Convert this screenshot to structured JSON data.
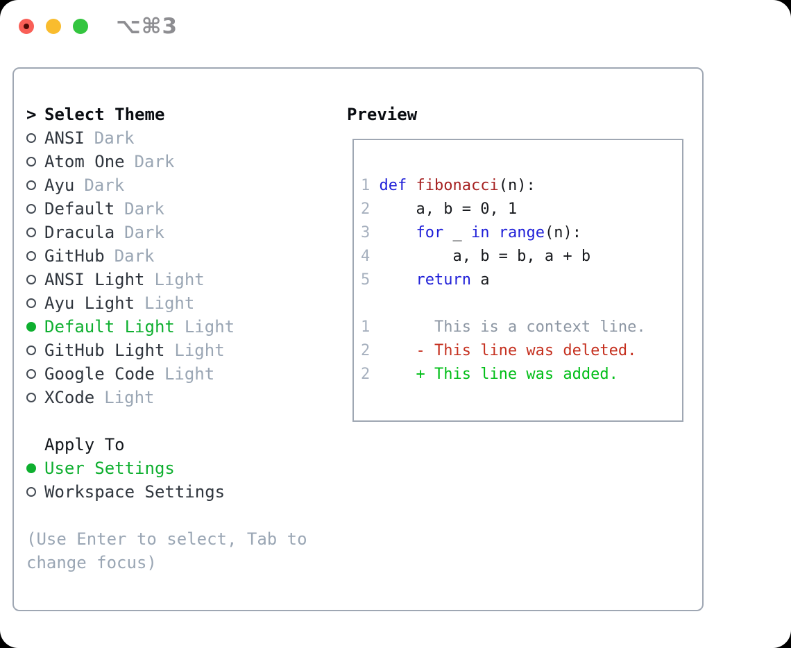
{
  "titlebar": {
    "title": "⌥⌘3"
  },
  "colors": {
    "accent_green": "#0EAF2F",
    "keyword_blue": "#1F1FD8",
    "function_red": "#A62121",
    "deleted_red": "#C5301F",
    "added_green": "#00BE17",
    "context_gray": "#8C96A3",
    "line_number_gray": "#A6B0BE",
    "muted_gray": "#9AA6B4",
    "text_dark": "#2F353D",
    "panel_border": "#9FA7B3",
    "traffic_red": "#F95F57",
    "traffic_yellow": "#F9BC2E",
    "traffic_green": "#33C53F"
  },
  "theme_picker": {
    "prompt": ">",
    "title": "Select Theme",
    "items": [
      {
        "name": "ANSI",
        "variant": "Dark",
        "selected": false
      },
      {
        "name": "Atom One",
        "variant": "Dark",
        "selected": false
      },
      {
        "name": "Ayu",
        "variant": "Dark",
        "selected": false
      },
      {
        "name": "Default",
        "variant": "Dark",
        "selected": false
      },
      {
        "name": "Dracula",
        "variant": "Dark",
        "selected": false
      },
      {
        "name": "GitHub",
        "variant": "Dark",
        "selected": false
      },
      {
        "name": "ANSI Light",
        "variant": "Light",
        "selected": false
      },
      {
        "name": "Ayu Light",
        "variant": "Light",
        "selected": false
      },
      {
        "name": "Default Light",
        "variant": "Light",
        "selected": true
      },
      {
        "name": "GitHub Light",
        "variant": "Light",
        "selected": false
      },
      {
        "name": "Google Code",
        "variant": "Light",
        "selected": false
      },
      {
        "name": "XCode",
        "variant": "Light",
        "selected": false
      }
    ]
  },
  "apply_to": {
    "title": "Apply To",
    "options": [
      {
        "label": "User Settings",
        "selected": true
      },
      {
        "label": "Workspace Settings",
        "selected": false
      }
    ]
  },
  "hint": "(Use Enter to select, Tab to change focus)",
  "preview": {
    "title": "Preview",
    "lines": [
      {
        "segments": [
          [
            "ln",
            "1 "
          ],
          [
            "kw",
            "def"
          ],
          [
            "pl",
            " "
          ],
          [
            "fn",
            "fibonacci"
          ],
          [
            "pl",
            "(n):"
          ]
        ]
      },
      {
        "segments": [
          [
            "ln",
            "2 "
          ],
          [
            "pl",
            "    a, b = 0, 1"
          ]
        ]
      },
      {
        "segments": [
          [
            "ln",
            "3 "
          ],
          [
            "pl",
            "    "
          ],
          [
            "kw",
            "for"
          ],
          [
            "pl",
            " _ "
          ],
          [
            "kw",
            "in"
          ],
          [
            "pl",
            " "
          ],
          [
            "kw",
            "range"
          ],
          [
            "pl",
            "(n):"
          ]
        ]
      },
      {
        "segments": [
          [
            "ln",
            "4 "
          ],
          [
            "pl",
            "        a, b = b, a + b"
          ]
        ]
      },
      {
        "segments": [
          [
            "ln",
            "5 "
          ],
          [
            "pl",
            "    "
          ],
          [
            "kw",
            "return"
          ],
          [
            "pl",
            " a"
          ]
        ]
      },
      {
        "segments": []
      },
      {
        "segments": [
          [
            "ln",
            "1 "
          ],
          [
            "ctx",
            "      This is a context line."
          ]
        ]
      },
      {
        "segments": [
          [
            "ln",
            "2 "
          ],
          [
            "del",
            "    - This line was deleted."
          ]
        ]
      },
      {
        "segments": [
          [
            "ln",
            "2 "
          ],
          [
            "add",
            "    + This line was added."
          ]
        ]
      }
    ]
  }
}
